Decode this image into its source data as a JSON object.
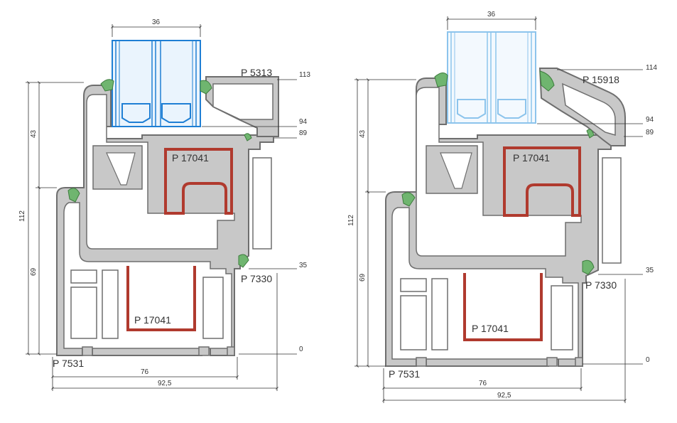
{
  "colors": {
    "frame_fill": "#c8c8c8",
    "frame_stroke": "#6e6e6e",
    "glass_left": "#1f7fd4",
    "glass_right": "#8cc4ec",
    "gasket": "#6fb56f",
    "steel": "#b03a2e",
    "dimension_line": "#333333"
  },
  "left": {
    "top_dim": "36",
    "labels": {
      "bead": "P 5313",
      "sash_reinforcement": "P 17041",
      "frame_reinforcement": "P 17041",
      "mullion": "P 7330",
      "frame": "P 7531"
    },
    "levels": {
      "l113": "113",
      "l94": "94",
      "l89": "89",
      "l35": "35",
      "l0": "0"
    },
    "vertical_dims": {
      "d43": "43",
      "d69": "69",
      "d112": "112"
    },
    "bottom_dims": {
      "d76": "76",
      "d925": "92,5"
    }
  },
  "right": {
    "top_dim": "36",
    "labels": {
      "bead": "P 15918",
      "sash_reinforcement": "P 17041",
      "frame_reinforcement": "P 17041",
      "mullion": "P 7330",
      "frame": "P 7531"
    },
    "levels": {
      "l114": "114",
      "l94": "94",
      "l89": "89",
      "l35": "35",
      "l0": "0"
    },
    "vertical_dims": {
      "d43": "43",
      "d69": "69",
      "d112": "112"
    },
    "bottom_dims": {
      "d76": "76",
      "d925": "92,5"
    }
  }
}
